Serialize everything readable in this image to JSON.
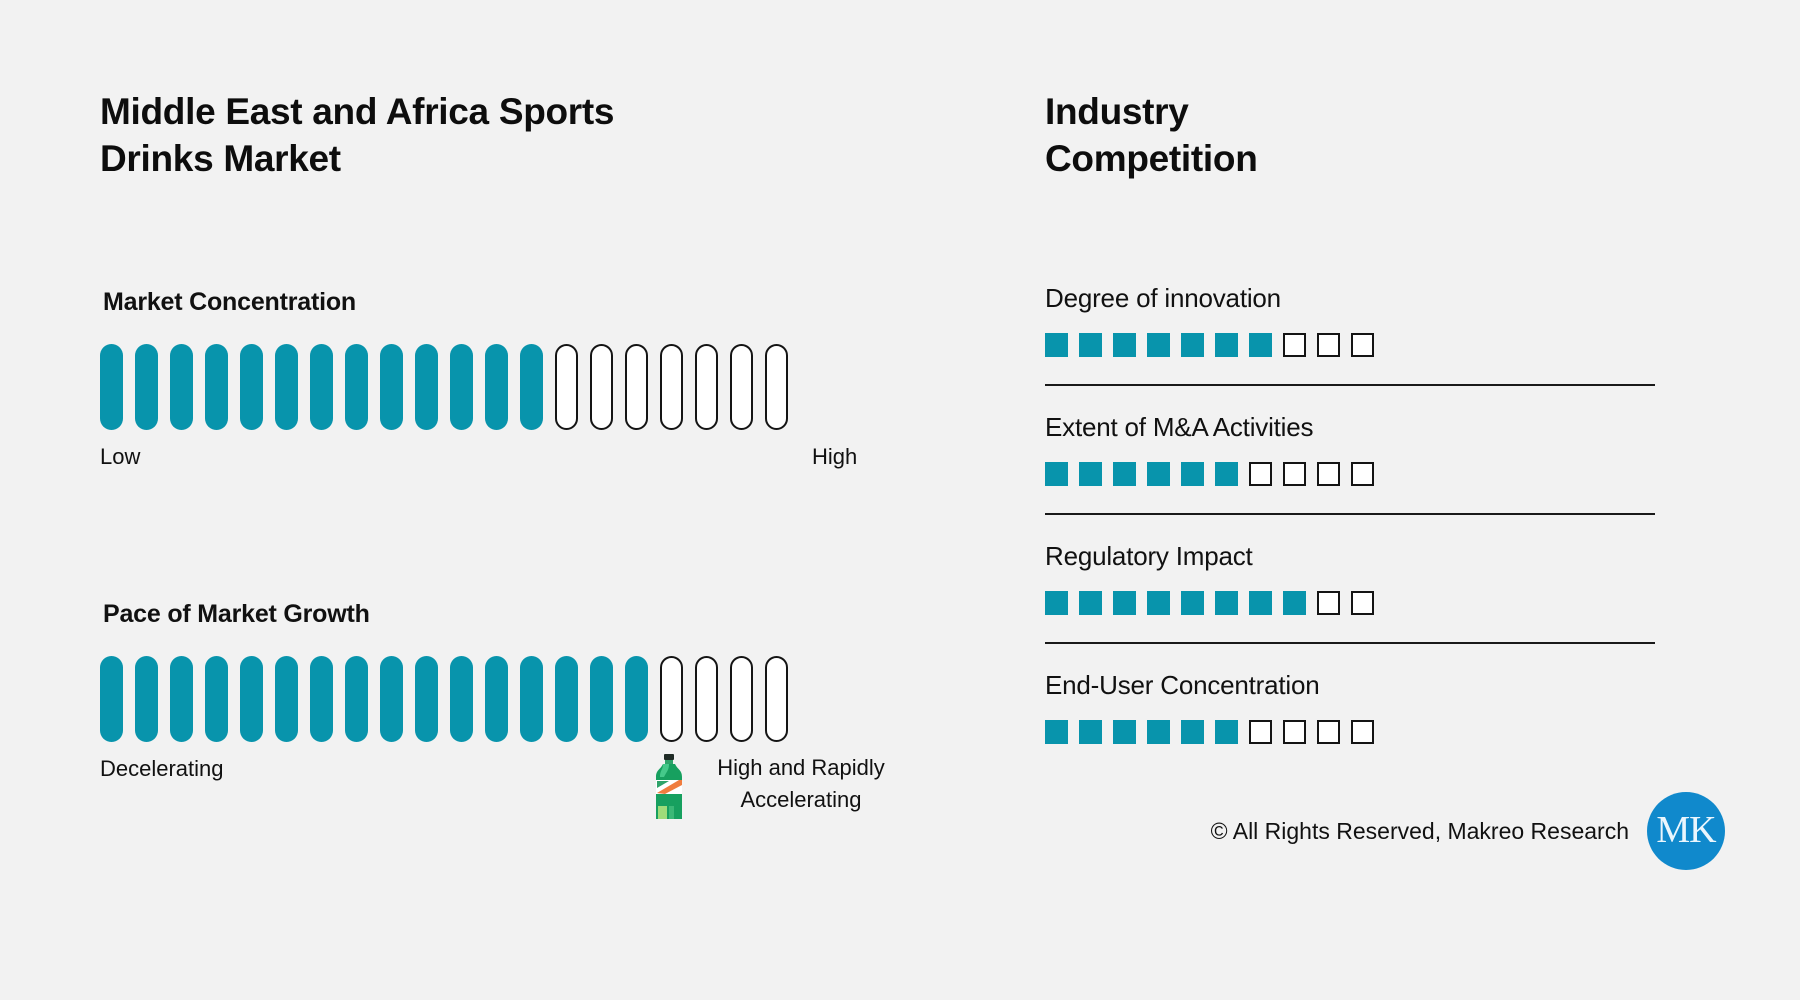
{
  "background_color": "#f2f2f2",
  "accent_color": "#0894ac",
  "logo_color": "#1089cc",
  "left": {
    "title": "Middle East and Africa Sports Drinks Market",
    "metrics": [
      {
        "label": "Market Concentration",
        "scale_low": "Low",
        "scale_high": "High",
        "filled": 13,
        "empty": 7,
        "total": 20
      },
      {
        "label": "Pace of Market Growth",
        "scale_low": "Decelerating",
        "scale_high": "High and Rapidly Accelerating",
        "icon": "sports-drink-bottle-icon",
        "filled": 16,
        "empty": 4,
        "total": 20
      }
    ]
  },
  "right": {
    "title": "Industry Competition",
    "items": [
      {
        "name": "Degree of innovation",
        "filled": 7,
        "empty": 3,
        "total": 10
      },
      {
        "name": "Extent of M&A Activities",
        "filled": 6,
        "empty": 4,
        "total": 10
      },
      {
        "name": "Regulatory Impact",
        "filled": 8,
        "empty": 2,
        "total": 10
      },
      {
        "name": "End-User Concentration",
        "filled": 6,
        "empty": 4,
        "total": 10
      }
    ]
  },
  "footer": {
    "copyright": "© All Rights Reserved, Makreo Research",
    "logo_text": "MK"
  },
  "chart_data": {
    "type": "bar",
    "title": "Middle East and Africa Sports Drinks Market",
    "subtitle": "Industry Competition",
    "grid": false,
    "legend": "none",
    "charts": [
      {
        "type": "bar",
        "title": "Market Concentration",
        "style": "segmented-gauge",
        "segments_total": 20,
        "segments_filled": 13,
        "value_pct": 65,
        "axis_min_label": "Low",
        "axis_max_label": "High"
      },
      {
        "type": "bar",
        "title": "Pace of Market Growth",
        "style": "segmented-gauge",
        "segments_total": 20,
        "segments_filled": 16,
        "value_pct": 80,
        "axis_min_label": "Decelerating",
        "axis_max_label": "High and Rapidly Accelerating"
      },
      {
        "type": "bar",
        "title": "Industry Competition",
        "style": "segmented-rating",
        "segments_total": 10,
        "categories": [
          "Degree of innovation",
          "Extent of M&A Activities",
          "Regulatory Impact",
          "End-User Concentration"
        ],
        "values": [
          7,
          6,
          8,
          6
        ],
        "ylim": [
          0,
          10
        ]
      }
    ]
  }
}
